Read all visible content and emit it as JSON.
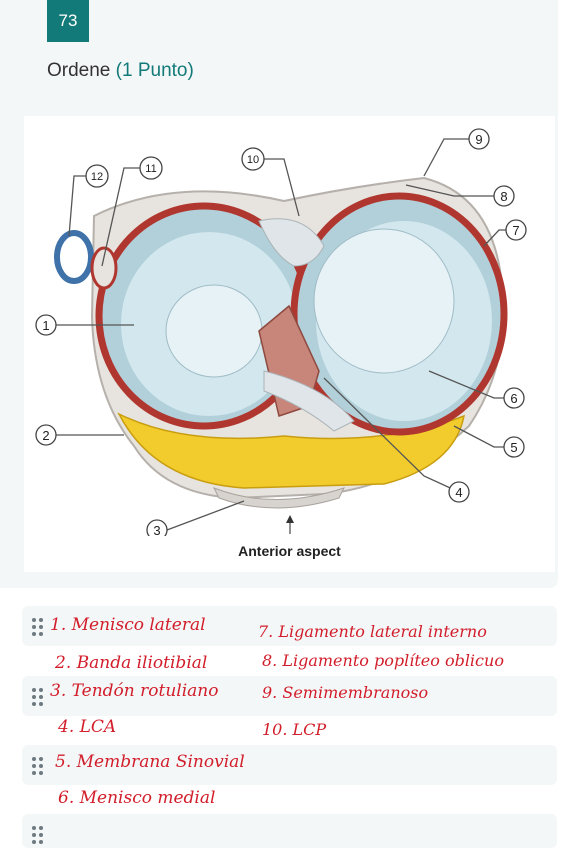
{
  "question": {
    "number": "73",
    "title": "Ordene",
    "points": "(1 Punto)"
  },
  "figure": {
    "caption": "Anterior aspect",
    "labels": [
      "1",
      "2",
      "3",
      "4",
      "5",
      "6",
      "7",
      "8",
      "9",
      "10",
      "11",
      "12"
    ]
  },
  "answers": {
    "left": [
      "1. Menisco lateral",
      "2. Banda iliotibial",
      "3. Tendón rotuliano",
      "4. LCA",
      "5. Membrana Sinovial",
      "6. Menisco medial"
    ],
    "right": [
      "7. Ligamento lateral interno",
      "8. Ligamento poplíteo oblicuo",
      "9. Semimembranoso",
      "10. LCP"
    ]
  },
  "colors": {
    "accent": "#127a78",
    "handwriting": "#d21d2a"
  }
}
